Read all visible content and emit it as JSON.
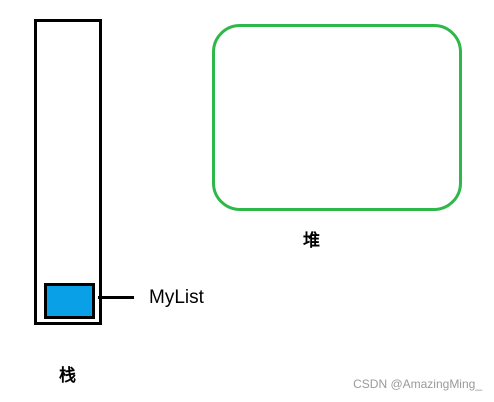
{
  "diagram": {
    "stack_label": "栈",
    "heap_label": "堆",
    "variable_label": "MyList",
    "colors": {
      "stack_outline": "#000000",
      "stack_cell_fill": "#0aa0e8",
      "heap_outline": "#2eb84a"
    }
  },
  "watermark": "CSDN @AmazingMing_"
}
